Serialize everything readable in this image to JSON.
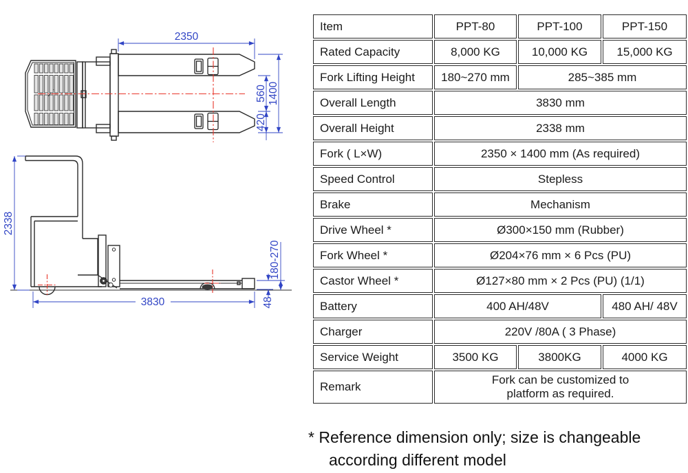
{
  "colors": {
    "dimension_blue": "#3145c5",
    "centerline_red": "#e8362a",
    "drawing_line": "#2a2a2a"
  },
  "drawing": {
    "top_view": {
      "dim_fork_length": "2350",
      "dim_overall_width": "1400",
      "dim_fork_gap": "560",
      "dim_fork_width": "420"
    },
    "side_view": {
      "dim_overall_height": "2338",
      "dim_overall_length": "3830",
      "dim_fork_thickness": "48",
      "dim_lift_height": "180-270"
    }
  },
  "table": {
    "rows": [
      {
        "label": "Item",
        "cells": [
          {
            "text": "PPT-80"
          },
          {
            "text": "PPT-100"
          },
          {
            "text": "PPT-150"
          }
        ]
      },
      {
        "label": "Rated Capacity",
        "cells": [
          {
            "text": "8,000 KG"
          },
          {
            "text": "10,000 KG"
          },
          {
            "text": "15,000 KG"
          }
        ]
      },
      {
        "label": "Fork Lifting Height",
        "cells": [
          {
            "text": "180~270 mm"
          },
          {
            "text": "285~385 mm"
          }
        ]
      },
      {
        "label": "Overall Length",
        "cells": [
          {
            "text": "3830 mm"
          }
        ]
      },
      {
        "label": "Overall Height",
        "cells": [
          {
            "text": "2338 mm"
          }
        ]
      },
      {
        "label": "Fork ( L×W)",
        "cells": [
          {
            "text": "2350 × 1400 mm (As required)"
          }
        ]
      },
      {
        "label": "Speed Control",
        "cells": [
          {
            "text": "Stepless"
          }
        ]
      },
      {
        "label": "Brake",
        "cells": [
          {
            "text": "Mechanism"
          }
        ]
      },
      {
        "label": "Drive Wheel *",
        "cells": [
          {
            "text": "Ø300×150 mm (Rubber)"
          }
        ]
      },
      {
        "label": "Fork Wheel *",
        "cells": [
          {
            "text": "Ø204×76 mm × 6 Pcs (PU)"
          }
        ]
      },
      {
        "label": "Castor Wheel *",
        "cells": [
          {
            "text": "Ø127×80 mm × 2 Pcs (PU) (1/1)"
          }
        ]
      },
      {
        "label": "Battery",
        "cells": [
          {
            "text": "400 AH/48V"
          },
          {
            "text": "480 AH/ 48V"
          }
        ]
      },
      {
        "label": "Charger",
        "cells": [
          {
            "text": "220V /80A ( 3 Phase)"
          }
        ]
      },
      {
        "label": "Service Weight",
        "cells": [
          {
            "text": "3500 KG"
          },
          {
            "text": "3800KG"
          },
          {
            "text": "4000 KG"
          }
        ]
      },
      {
        "label": "Remark",
        "lines": [
          "Fork can be customized to",
          "platform as required."
        ]
      }
    ]
  },
  "footnote": {
    "lines": [
      "* Reference dimension only; size is changeable",
      "according different model"
    ]
  }
}
